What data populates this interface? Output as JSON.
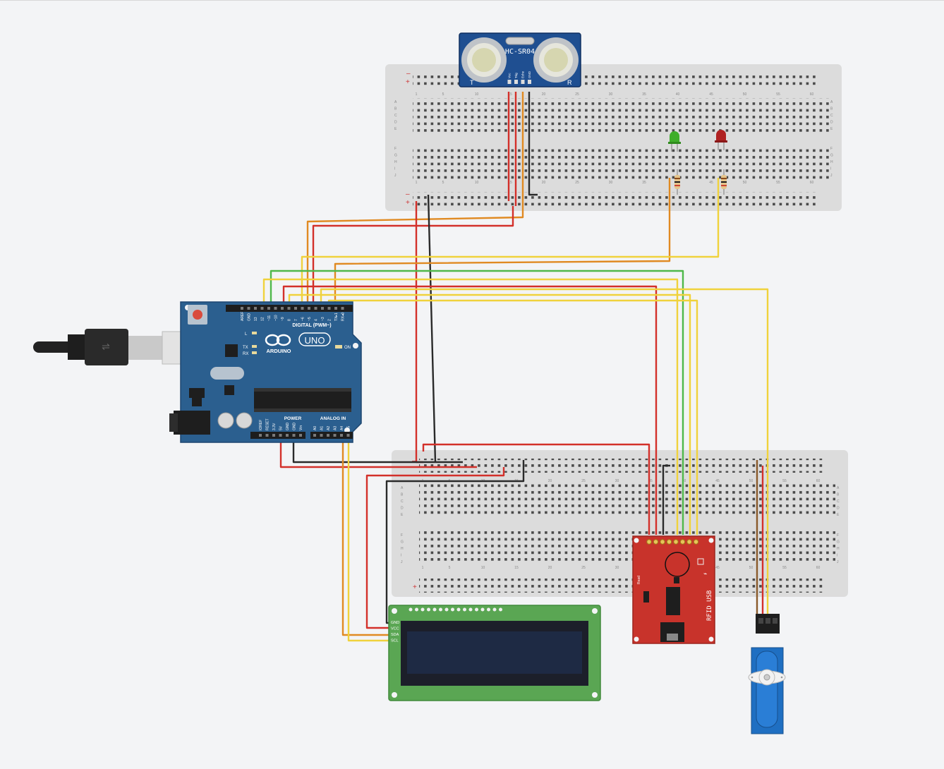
{
  "colors": {
    "canvas": "#f3f4f6",
    "breadboard": "#dcdcdc",
    "arduino": "#2b5f8f",
    "sensor": "#1f4f91",
    "rfid": "#c8332b",
    "lcd_pcb": "#5aa653",
    "lcd_screen": "#1e2a44",
    "servo": "#1f6fc2",
    "wire_red": "#d3302a",
    "wire_black": "#2a2a2a",
    "wire_orange": "#e08a22",
    "wire_yellow": "#f0d23c",
    "wire_green": "#4fb84a",
    "wire_brown": "#8a5a2b",
    "led_green": "#3fae2a",
    "led_red": "#b02222"
  },
  "sensor": {
    "name": "HC-SR04",
    "tx": "T",
    "rx": "R",
    "pins": [
      "Vcc",
      "Trig",
      "Echo",
      "GND"
    ]
  },
  "arduino": {
    "logo": "ARDUINO",
    "model": "UNO",
    "digital_label": "DIGITAL (PWM~)",
    "power_label": "POWER",
    "analog_label": "ANALOG IN",
    "on_label": "ON",
    "l_label": "L",
    "tx_label": "TX",
    "rx_label": "RX",
    "top_pins": [
      "AREF",
      "GND",
      "13",
      "12",
      "~11",
      "~10",
      "~9",
      "8",
      "7",
      "~6",
      "~5",
      "4",
      "~3",
      "2",
      "TX▸1",
      "RX◂0"
    ],
    "bottom_pins": [
      "IOREF",
      "RESET",
      "3.3V",
      "5V",
      "GND",
      "GND",
      "Vin",
      "A0",
      "A1",
      "A2",
      "A3",
      "A4",
      "A5"
    ]
  },
  "breadboard_top": {
    "row_letters_top": [
      "A",
      "B",
      "C",
      "D",
      "E"
    ],
    "row_letters_bottom": [
      "F",
      "G",
      "H",
      "I",
      "J"
    ],
    "col_numbers": [
      "1",
      "5",
      "10",
      "15",
      "20",
      "25",
      "30",
      "35",
      "40",
      "45",
      "50",
      "55",
      "60"
    ]
  },
  "breadboard_bottom": {
    "row_letters_top": [
      "A",
      "B",
      "C",
      "D",
      "E"
    ],
    "row_letters_bottom": [
      "F",
      "G",
      "H",
      "I",
      "J"
    ],
    "col_numbers": [
      "1",
      "5",
      "10",
      "15",
      "20",
      "25",
      "30",
      "35",
      "40",
      "45",
      "50",
      "55",
      "60"
    ]
  },
  "lcd": {
    "pins": [
      "GND",
      "VCC",
      "SDA",
      "SCL"
    ]
  },
  "rfid": {
    "name": "RFID USB",
    "read_label": "Read"
  },
  "servo": {}
}
